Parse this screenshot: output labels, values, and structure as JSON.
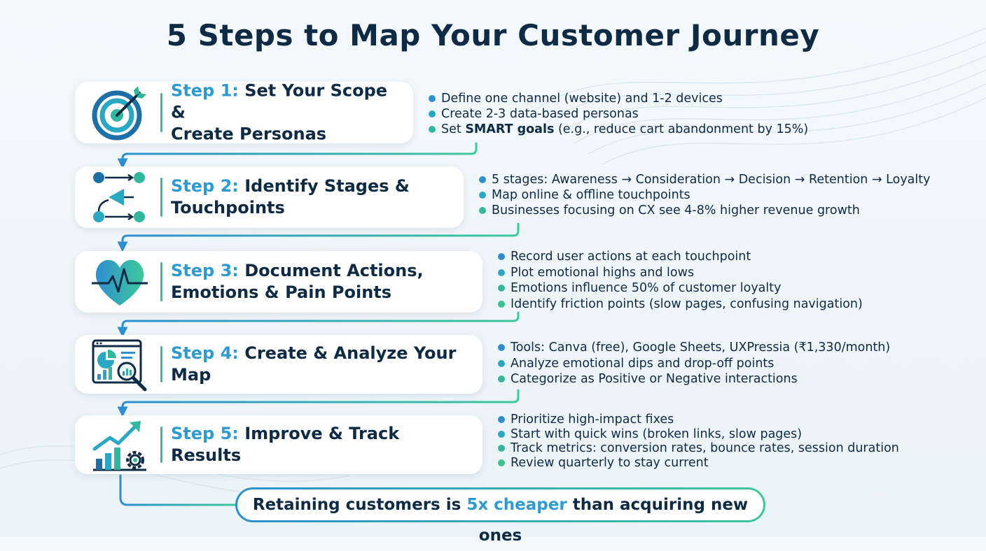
{
  "title": "5 Steps to Map Your Customer Journey",
  "colors": {
    "navy": "#0f2a44",
    "blue": "#2e9bd0",
    "teal": "#3db7ac",
    "green": "#3fc79a"
  },
  "steps": [
    {
      "number": "Step 1:",
      "title_line1": "Set Your Scope &",
      "title_line2": "Create Personas",
      "icon": "target-icon",
      "bullets": [
        {
          "pre": "Define one channel (website) and 1-2 devices",
          "bold": "",
          "post": ""
        },
        {
          "pre": "Create 2-3 data-based personas",
          "bold": "",
          "post": ""
        },
        {
          "pre": "Set ",
          "bold": "SMART goals",
          "post": " (e.g., reduce cart abandonment by 15%)"
        }
      ]
    },
    {
      "number": "Step 2:",
      "title_line1": "Identify Stages &",
      "title_line2": "Touchpoints",
      "icon": "journey-flow-icon",
      "bullets": [
        "5 stages: Awareness → Consideration → Decision → Retention → Loyalty",
        "Map online & offline touchpoints",
        "Businesses focusing on CX see 4-8% higher revenue growth"
      ]
    },
    {
      "number": "Step 3:",
      "title_line1": "Document Actions,",
      "title_line2": "Emotions & Pain Points",
      "icon": "heartbeat-icon",
      "bullets": [
        "Record user actions at each touchpoint",
        "Plot emotional highs and lows",
        "Emotions influence 50% of customer loyalty",
        "Identify friction points (slow pages, confusing navigation)"
      ]
    },
    {
      "number": "Step 4:",
      "title_line1": "Create & Analyze Your Map",
      "title_line2": "",
      "icon": "dashboard-analysis-icon",
      "bullets": [
        "Tools: Canva (free), Google Sheets, UXPressia (₹1,330/month)",
        "Analyze emotional dips and drop-off points",
        "Categorize as Positive or Negative interactions"
      ]
    },
    {
      "number": "Step 5:",
      "title_line1": "Improve & Track Results",
      "title_line2": "",
      "icon": "growth-chart-gear-icon",
      "bullets": [
        "Prioritize high-impact fixes",
        "Start with quick wins (broken links, slow pages)",
        "Track metrics: conversion rates, bounce rates, session duration",
        "Review quarterly to stay current"
      ]
    }
  ],
  "banner": {
    "pre": "Retaining customers is ",
    "highlight": "5x cheaper",
    "post": " than acquiring new ones"
  }
}
